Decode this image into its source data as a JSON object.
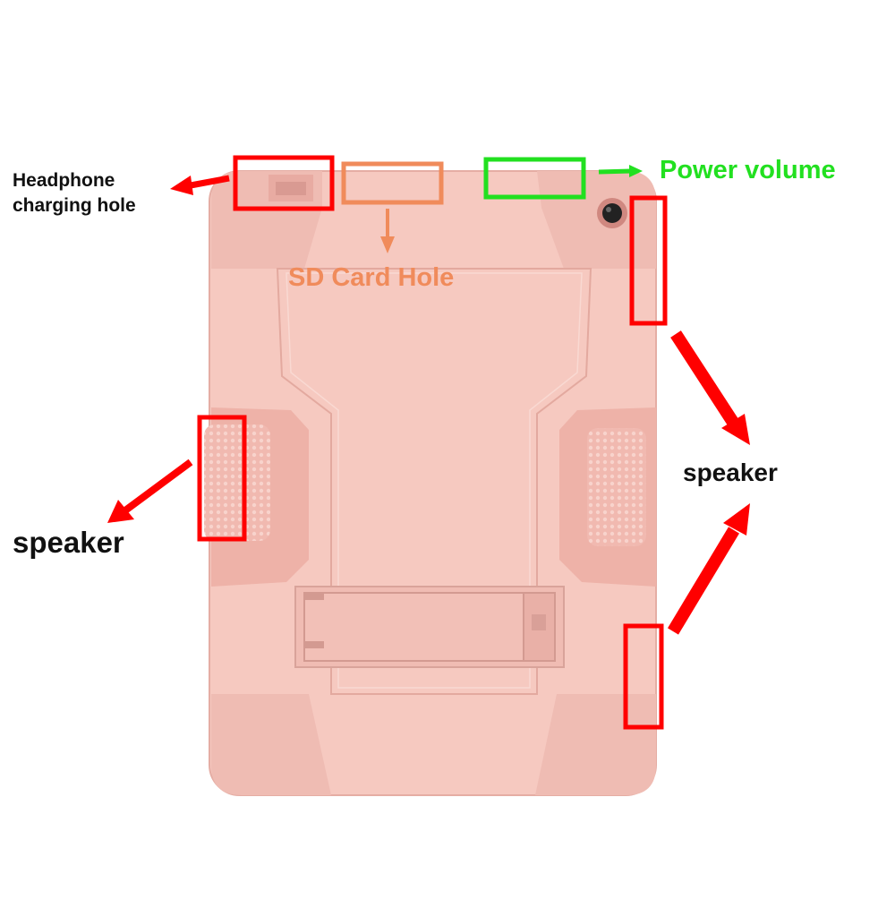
{
  "labels": {
    "headphone_line1": "Headphone",
    "headphone_line2": "charging hole",
    "sd_card": "SD Card Hole",
    "power_volume": "Power volume",
    "speaker_left": "speaker",
    "speaker_right": "speaker"
  },
  "colors": {
    "case_body": "#f6c9c0",
    "case_shade": "#e9aea4",
    "case_dark": "#d89890",
    "marker_red": "#ff0000",
    "marker_orange": "#f08b5b",
    "marker_green": "#22e020",
    "camera": "#222222"
  }
}
